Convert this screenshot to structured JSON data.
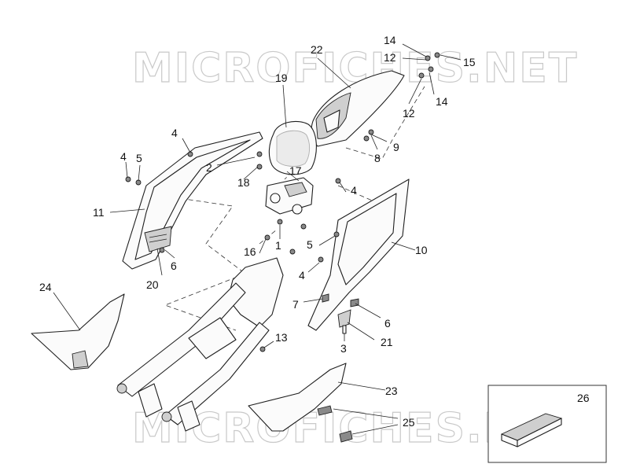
{
  "watermark": {
    "text": "MICROFICHES.NET"
  },
  "callouts": {
    "c1": "1",
    "c2": "2",
    "c3": "3",
    "c4a": "4",
    "c4b": "4",
    "c4c": "4",
    "c4d": "4",
    "c5a": "5",
    "c5b": "5",
    "c6a": "6",
    "c6b": "6",
    "c7": "7",
    "c8": "8",
    "c9": "9",
    "c10": "10",
    "c11": "11",
    "c12a": "12",
    "c12b": "12",
    "c13": "13",
    "c14a": "14",
    "c14b": "14",
    "c15": "15",
    "c16": "16",
    "c17": "17",
    "c18": "18",
    "c19": "19",
    "c20": "20",
    "c21": "21",
    "c22": "22",
    "c23": "23",
    "c24": "24",
    "c25": "25",
    "c26": "26"
  }
}
